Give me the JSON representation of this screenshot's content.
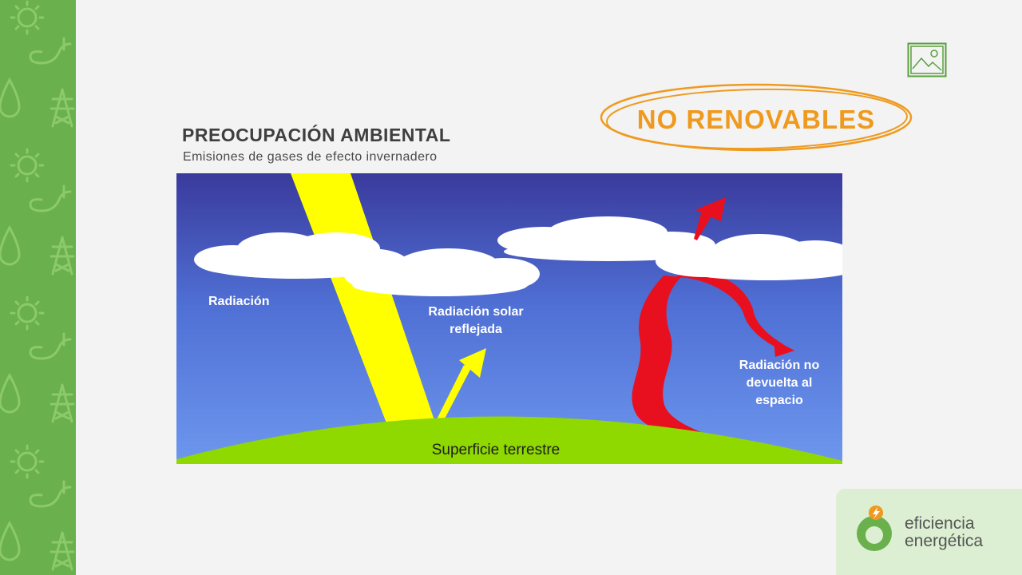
{
  "slide": {
    "badge": "NO RENOVABLES",
    "title": "PREOCUPACIÓN AMBIENTAL",
    "subtitle": "Emisiones de gases de efecto invernadero"
  },
  "diagram": {
    "label_radiation": "Radiación",
    "label_reflected_line1": "Radiación solar",
    "label_reflected_line2": "reflejada",
    "label_not_returned_line1": "Radiación no",
    "label_not_returned_line2": "devuelta al",
    "label_not_returned_line3": "espacio",
    "label_surface": "Superficie terrestre"
  },
  "brand": {
    "line1": "eficiencia",
    "line2": "energética"
  },
  "icons": {
    "sidebar": [
      "sun-icon",
      "plug-icon",
      "drop-icon",
      "pylon-icon"
    ],
    "corner": "image-icon",
    "logo": "lightning-icon"
  },
  "colors": {
    "sidebar_green": "#6ab04c",
    "accent_orange": "#ef9a1e",
    "sky_top": "#3a3a9c",
    "sky_bottom": "#6d97ee",
    "ground": "#8fd800",
    "sun_beam": "#ffff00",
    "heat_red": "#e8101e"
  }
}
